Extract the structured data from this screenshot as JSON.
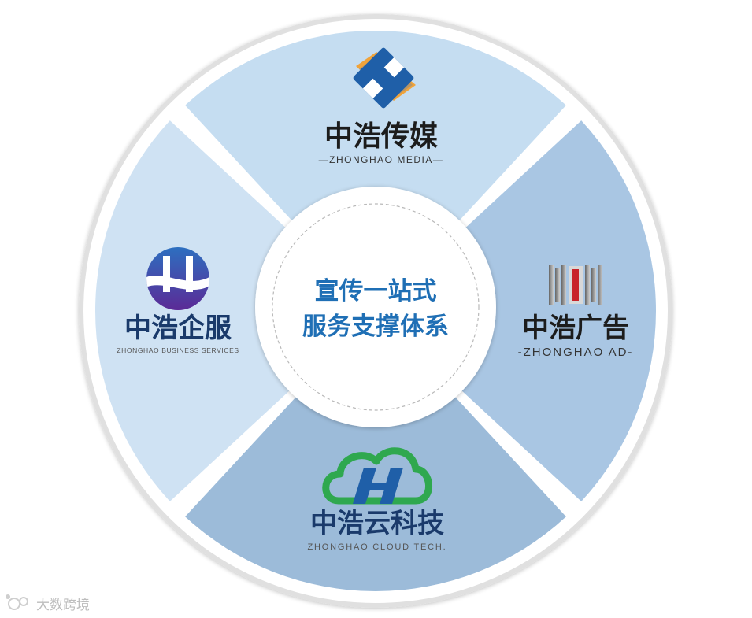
{
  "center": {
    "line1": "宣传一站式",
    "line2": "服务支撑体系"
  },
  "segments": {
    "top": {
      "name_cn": "中浩传媒",
      "name_en": "—ZHONGHAO MEDIA—",
      "logo": "zhonghao-media-logo"
    },
    "right": {
      "name_cn": "中浩广告",
      "name_en": "-ZHONGHAO AD-",
      "logo": "zhonghao-ad-logo"
    },
    "bottom": {
      "name_cn": "中浩云科技",
      "name_en": "ZHONGHAO CLOUD TECH.",
      "logo": "zhonghao-cloud-logo"
    },
    "left": {
      "name_cn": "中浩企服",
      "name_en": "ZHONGHAO BUSINESS SERVICES",
      "logo": "zhonghao-business-logo"
    }
  },
  "watermark": {
    "text": "大数跨境"
  },
  "colors": {
    "top_segment": "#c5ddf1",
    "right_segment": "#a9c6e3",
    "bottom_segment": "#9cbbd9",
    "left_segment": "#cfe2f3",
    "center_text": "#1f6fb5",
    "outer_ring": "#e2e2e2"
  }
}
